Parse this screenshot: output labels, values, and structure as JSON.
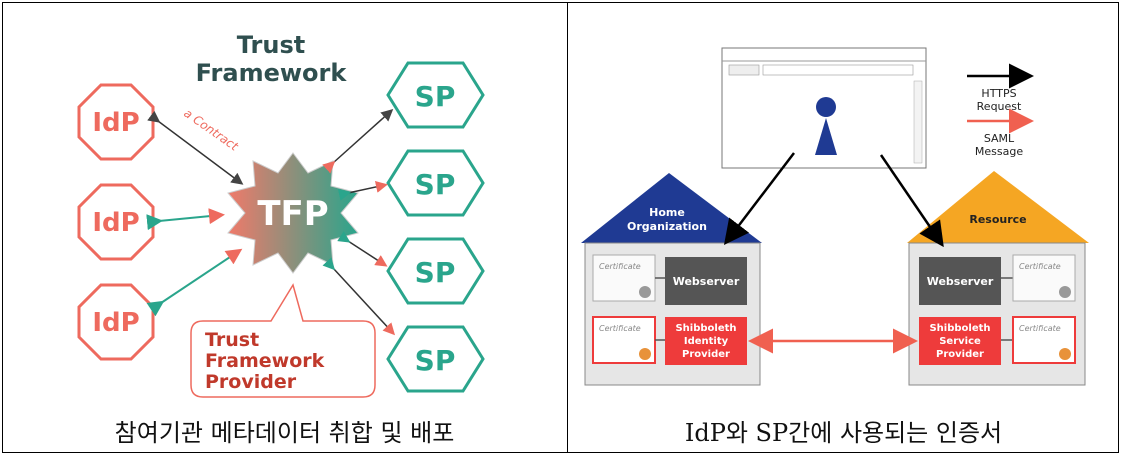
{
  "left": {
    "title_line1": "Trust",
    "title_line2": "Framework",
    "idp_label": "IdP",
    "sp_label": "SP",
    "center_label": "TFP",
    "contract_label": "a Contract",
    "callout_line1": "Trust",
    "callout_line2": "Framework",
    "callout_line3": "Provider",
    "caption": "참여기관 메타데이터 취합 및 배포",
    "colors": {
      "idp": "#ee6a5e",
      "sp": "#2aa58c",
      "title": "#2f4f4f"
    }
  },
  "right": {
    "legend_https_line1": "HTTPS",
    "legend_https_line2": "Request",
    "legend_saml_line1": "SAML",
    "legend_saml_line2": "Message",
    "home_line1": "Home",
    "home_line2": "Organization",
    "resource_label": "Resource",
    "webserver_label": "Webserver",
    "idp_line1": "Shibboleth",
    "idp_line2": "Identity",
    "idp_line3": "Provider",
    "sp_line1": "Shibboleth",
    "sp_line2": "Service",
    "sp_line3": "Provider",
    "certificate_label": "Certificate",
    "caption": "IdP와 SP간에 사용되는 인증서",
    "colors": {
      "home_roof": "#1f3a93",
      "resource_roof": "#f5a623",
      "shib_box": "#ee3b3b",
      "webserver_box": "#555555"
    }
  }
}
